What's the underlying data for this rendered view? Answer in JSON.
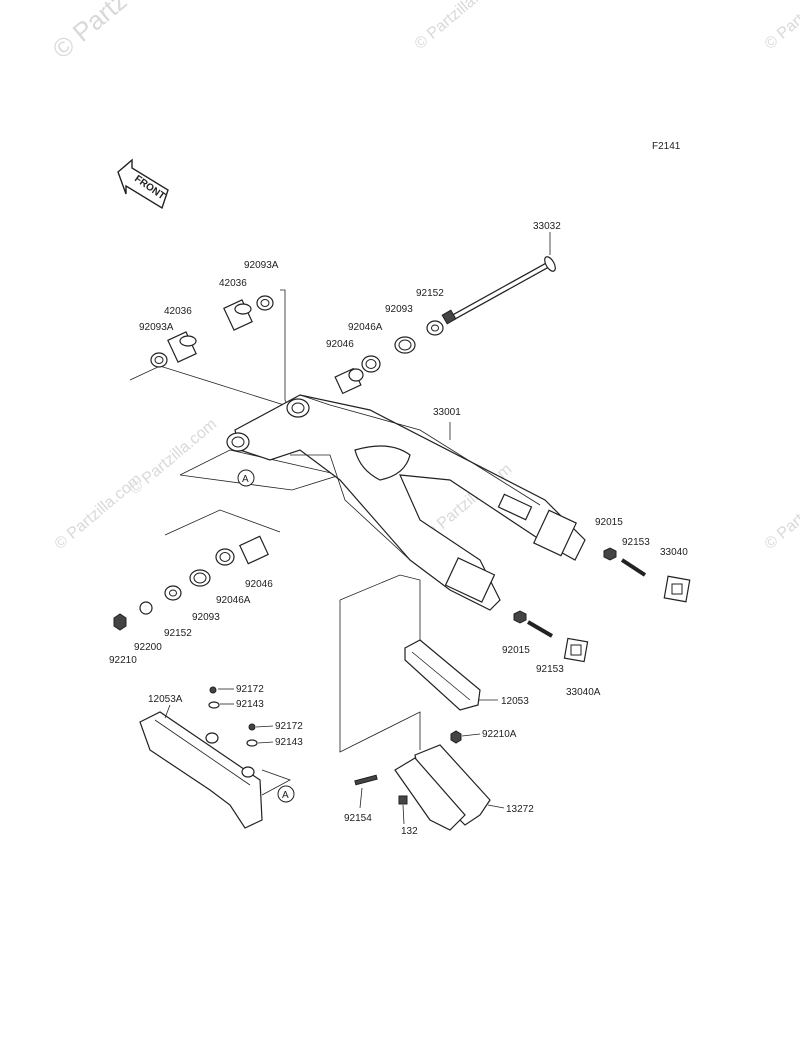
{
  "figure_code": "F2141",
  "front_label": "FRONT",
  "watermark": "© Partzilla.com",
  "watermark_corner": "© Partz",
  "ref_marker": "A",
  "parts": {
    "p33032": "33032",
    "p92093A_top": "92093A",
    "p42036_top": "42036",
    "p42036_left": "42036",
    "p92093A_left": "92093A",
    "p92152_top": "92152",
    "p92093_top": "92093",
    "p92046A_top": "92046A",
    "p92046_top": "92046",
    "p33001": "33001",
    "p92015_right": "92015",
    "p92153_right": "92153",
    "p33040": "33040",
    "p92046_bot": "92046",
    "p92046A_bot": "92046A",
    "p92093_bot": "92093",
    "p92152_bot": "92152",
    "p92200": "92200",
    "p92210": "92210",
    "p92015_mid": "92015",
    "p92153_mid": "92153",
    "p33040A": "33040A",
    "p12053": "12053",
    "p92172_a": "92172",
    "p92143_a": "92143",
    "p12053A": "12053A",
    "p92172_b": "92172",
    "p92143_b": "92143",
    "p92210A": "92210A",
    "p13272": "13272",
    "p92154": "92154",
    "p132": "132"
  }
}
